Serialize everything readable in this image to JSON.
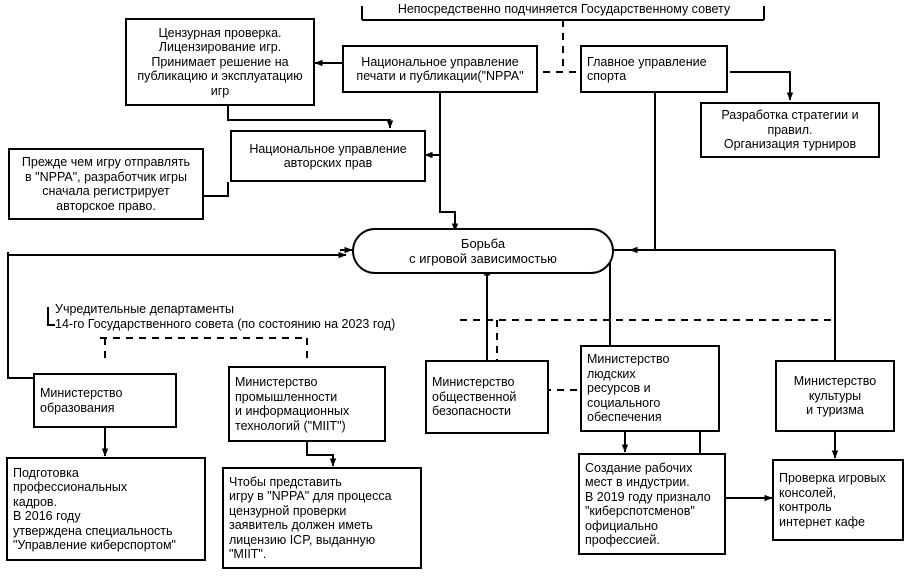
{
  "diagram": {
    "title_label": "Непосредственно подчиняется Государственному совету",
    "caption_label": "Учредительные департаменты\n14-го Государственного совета (по состоянию на 2023 год)",
    "center": {
      "label": "Борьба\nс игровой зависимостью"
    },
    "nodes": {
      "censorship": "Цензурная проверка.\nЛицензирование игр.\nПринимает решение на\nпубликацию и эксплуатацию\nигр",
      "nppa": "Национальное управление\nпечати и публикации(\"NPPA\"",
      "sports": "Главное управление\nспорта",
      "strategy": "Разработка стратегии и\nправил.\nОрганизация турниров",
      "copyright_admin": "Национальное управление\nавторских прав",
      "copyright_note": "Прежде чем игру отправлять\nв \"NPPA\", разработчик игры\nсначала регистрирует\nавторское право.",
      "education": "Министерство\nобразования",
      "education_note": "Подготовка\nпрофессиональных\nкадров.\nВ 2016 году\nутверждена специальность\n\"Управление киберспортом\"",
      "miit": "Министерство\nпромышленности\nи информационных\nтехнологий (\"MIIT\")",
      "miit_note": "Чтобы представить\nигру в \"NPPA\" для процесса\nцензурной проверки\nзаявитель должен иметь\nлицензию ICP, выданную\n\"MIIT\".",
      "public_security": "Министерство\nобщественной\nбезопасности",
      "human_resources": "Министерство\nлюдских\nресурсов и\nсоциального\nобеспечения",
      "human_resources_note": "Создание рабочих\nмест в индустрии.\nВ 2019 году признало\n\"киберспотсменов\"\n официально\nпрофессией.",
      "culture": "Министерство\n культуры\nи туризма",
      "culture_note": "Проверка игровых\nконсолей,\nконтроль\nинтернет кафе"
    },
    "colors": {
      "stroke": "#000000",
      "background": "#ffffff",
      "text": "#000000"
    }
  }
}
